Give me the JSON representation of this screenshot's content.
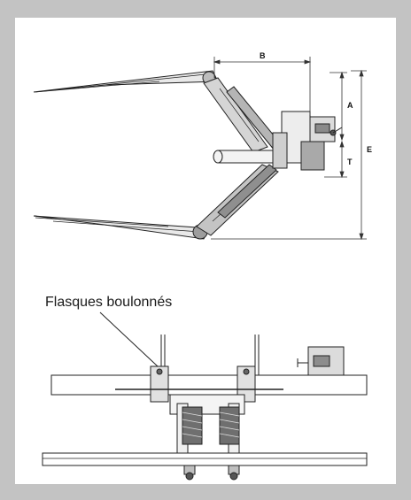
{
  "top_view": {
    "dim_b": "B",
    "dim_a": "A",
    "dim_e": "E",
    "dim_t": "T"
  },
  "bottom_view": {
    "callout": "Flasques boulonnés"
  }
}
